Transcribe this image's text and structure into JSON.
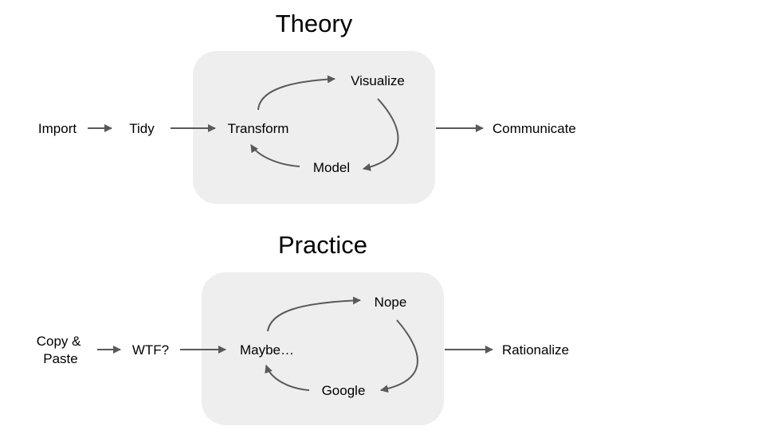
{
  "theory": {
    "title": "Theory",
    "nodes": {
      "import": "Import",
      "tidy": "Tidy",
      "transform": "Transform",
      "visualize": "Visualize",
      "model": "Model",
      "communicate": "Communicate"
    }
  },
  "practice": {
    "title": "Practice",
    "nodes": {
      "copy_paste_line1": "Copy &",
      "copy_paste_line2": "Paste",
      "wtf": "WTF?",
      "maybe": "Maybe…",
      "nope": "Nope",
      "google": "Google",
      "rationalize": "Rationalize"
    }
  },
  "colors": {
    "box_fill": "#eeeeee",
    "arrow": "#595959",
    "text": "#000000"
  }
}
